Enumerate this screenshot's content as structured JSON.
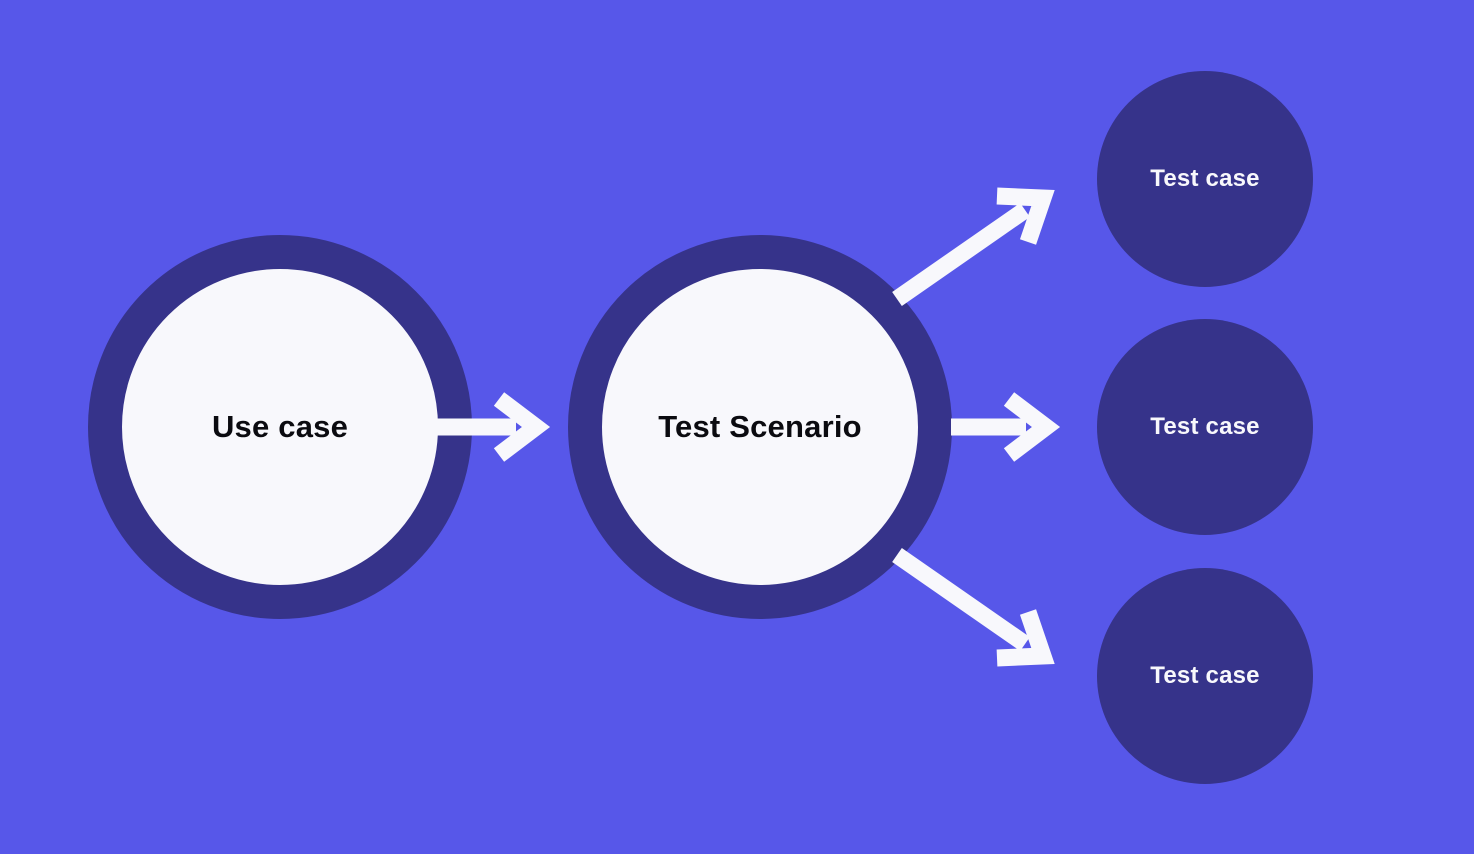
{
  "colors": {
    "background": "#5757E9",
    "node_dark": "#36338A",
    "node_light": "#F8F8FC",
    "arrow": "#F8F8FC",
    "label_dark": "#0B0B10",
    "label_light": "#F8F8FC"
  },
  "nodes": {
    "use_case": {
      "label": "Use case"
    },
    "test_scenario": {
      "label": "Test Scenario"
    },
    "test_cases": [
      {
        "label": "Test case"
      },
      {
        "label": "Test case"
      },
      {
        "label": "Test case"
      }
    ]
  }
}
